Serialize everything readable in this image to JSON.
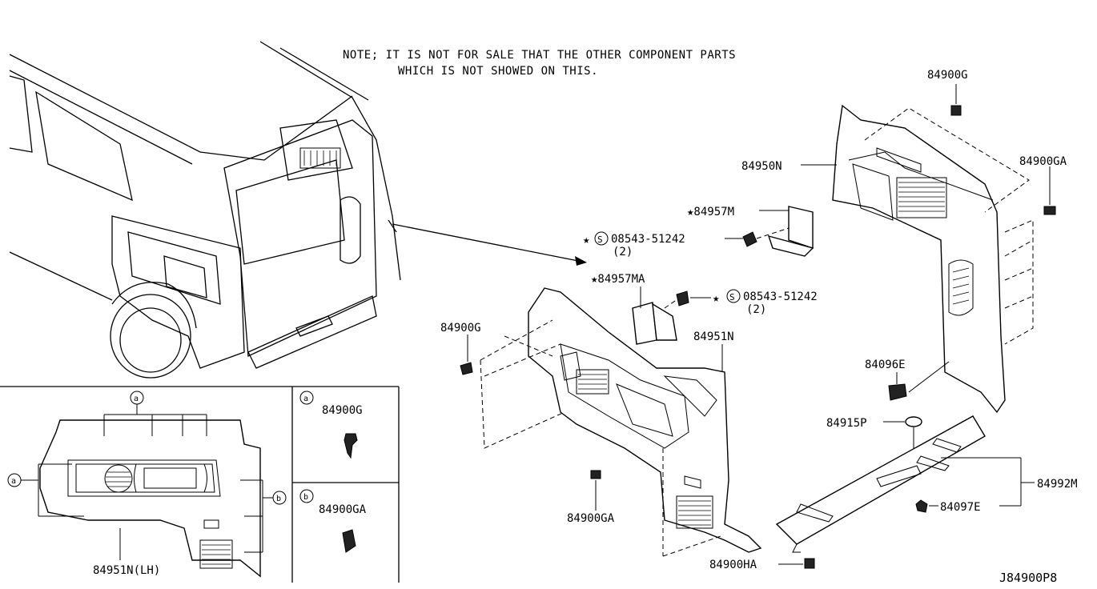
{
  "note": {
    "line1": "NOTE; IT IS NOT FOR SALE THAT THE OTHER COMPONENT PARTS",
    "line2": "WHICH IS NOT SHOWED ON THIS."
  },
  "labels": {
    "p84900G_top": "84900G",
    "p84950N": "84950N",
    "p84900GA_right": "84900GA",
    "p84957M": "★84957M",
    "screw1_part": "08543-51242",
    "screw1_qty": "(2)",
    "p84957MA": "★84957MA",
    "screw2_part": "08543-51242",
    "screw2_qty": "(2)",
    "p84900G_left": "84900G",
    "p84951N": "84951N",
    "p84096E": "84096E",
    "p84915P": "84915P",
    "p84992M": "84992M",
    "p84097E": "84097E",
    "p84900GA_bottom": "84900GA",
    "p84900HA": "84900HA",
    "diagram_code": "J84900P8",
    "star": "★",
    "screw_symbol": "S"
  },
  "inset": {
    "callout_a": "a",
    "callout_b": "b",
    "part_label": "84951N(LH)",
    "legend": [
      {
        "key": "a",
        "part": "84900G"
      },
      {
        "key": "b",
        "part": "84900GA"
      }
    ]
  }
}
